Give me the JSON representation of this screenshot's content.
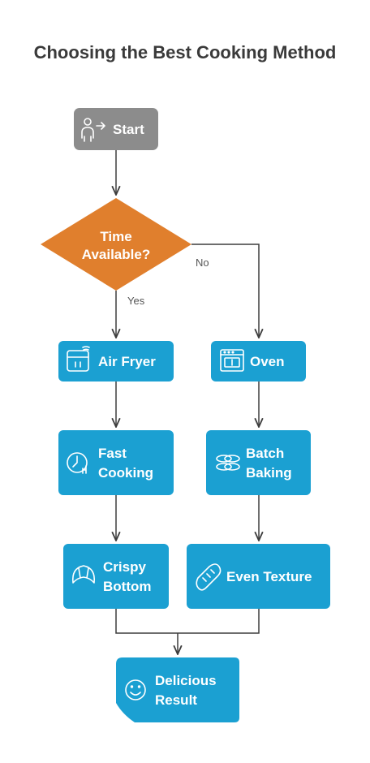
{
  "title": "Choosing the Best Cooking Method",
  "colors": {
    "start": "#8c8c8c",
    "decision": "#e07f2d",
    "process": "#1ba0d2",
    "edge": "#3d3d3d"
  },
  "nodes": {
    "start": {
      "label": "Start",
      "icon": "person-arrow-icon"
    },
    "decision": {
      "line1": "Time",
      "line2": "Available?"
    },
    "air_fryer": {
      "label": "Air Fryer",
      "icon": "air-fryer-icon"
    },
    "oven": {
      "label": "Oven",
      "icon": "oven-icon"
    },
    "fast_cooking": {
      "line1": "Fast",
      "line2": "Cooking",
      "icon": "timer-icon"
    },
    "batch_baking": {
      "line1": "Batch",
      "line2": "Baking",
      "icon": "baking-tray-icon"
    },
    "crispy_bottom": {
      "line1": "Crispy",
      "line2": "Bottom",
      "icon": "croissant-icon"
    },
    "even_texture": {
      "label": "Even Texture",
      "icon": "bread-loaf-icon"
    },
    "result": {
      "line1": "Delicious",
      "line2": "Result",
      "icon": "smiley-icon"
    }
  },
  "edges": {
    "yes_label": "Yes",
    "no_label": "No"
  }
}
